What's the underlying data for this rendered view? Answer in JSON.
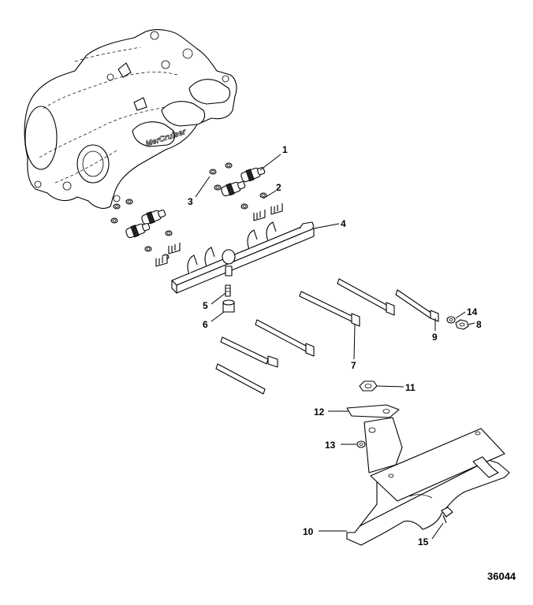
{
  "callouts": [
    {
      "id": "1",
      "text": "1"
    },
    {
      "id": "2",
      "text": "2"
    },
    {
      "id": "3",
      "text": "3"
    },
    {
      "id": "4",
      "text": "4"
    },
    {
      "id": "5",
      "text": "5"
    },
    {
      "id": "6",
      "text": "6"
    },
    {
      "id": "7",
      "text": "7"
    },
    {
      "id": "8",
      "text": "8"
    },
    {
      "id": "9",
      "text": "9"
    },
    {
      "id": "10",
      "text": "10"
    },
    {
      "id": "11",
      "text": "11"
    },
    {
      "id": "12",
      "text": "12"
    },
    {
      "id": "13",
      "text": "13"
    },
    {
      "id": "14",
      "text": "14"
    },
    {
      "id": "15",
      "text": "15"
    }
  ],
  "manifold_logo_text": "MerCruiser",
  "figure_number": "36044"
}
